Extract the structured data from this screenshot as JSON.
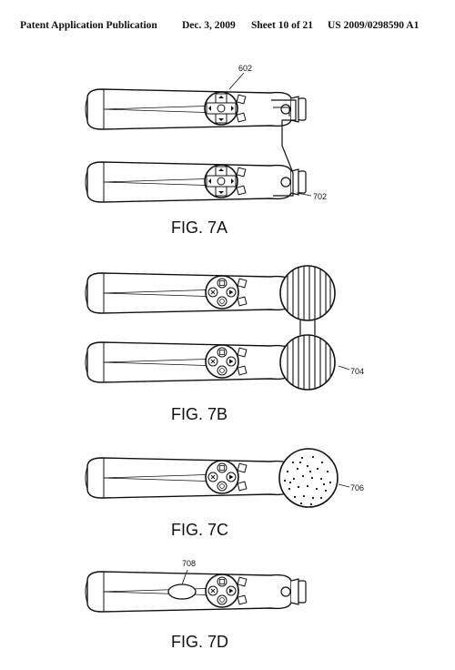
{
  "header": {
    "publication": "Patent Application Publication",
    "date": "Dec. 3, 2009",
    "sheet": "Sheet 10 of 21",
    "number": "US 2009/0298590 A1"
  },
  "figures": {
    "fig7a": {
      "label": "FIG. 7A",
      "refs": [
        "602",
        "702"
      ]
    },
    "fig7b": {
      "label": "FIG. 7B",
      "refs": [
        "704"
      ]
    },
    "fig7c": {
      "label": "FIG. 7C",
      "refs": [
        "706"
      ]
    },
    "fig7d": {
      "label": "FIG. 7D",
      "refs": [
        "708"
      ]
    }
  }
}
